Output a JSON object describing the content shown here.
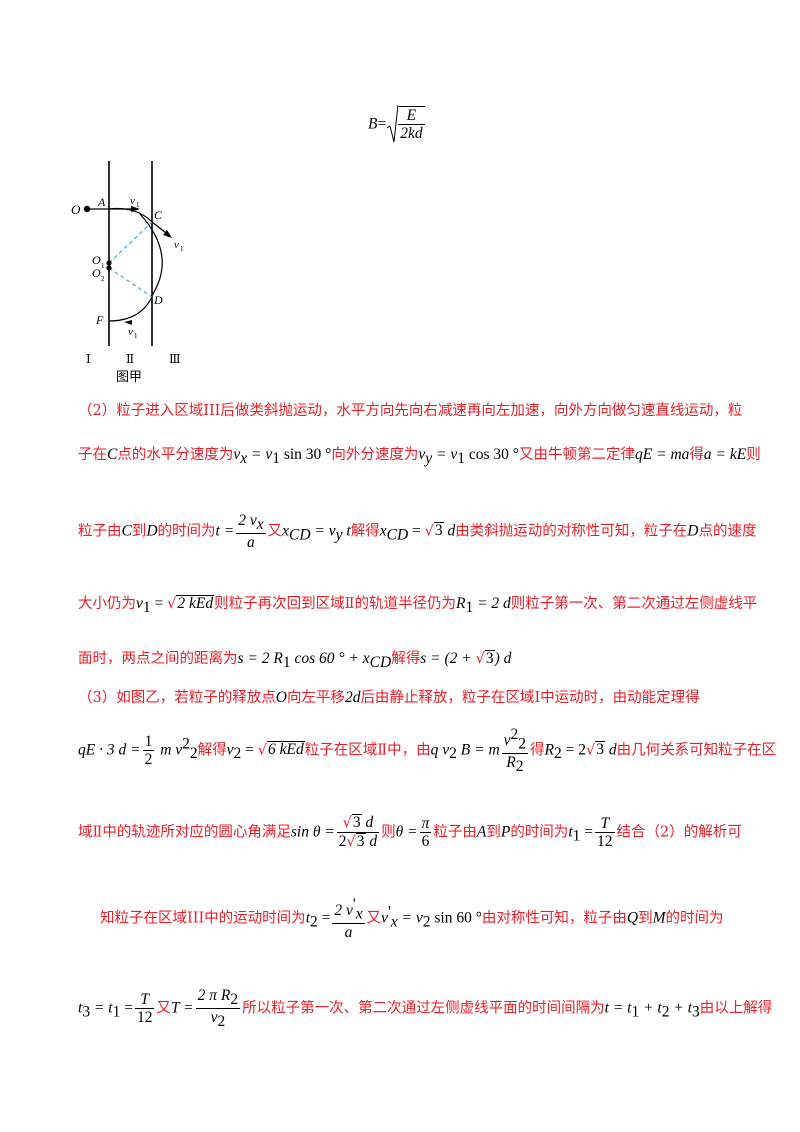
{
  "formula_top": {
    "lhs": "B",
    "eq": "=",
    "num": "E",
    "den": "2kd"
  },
  "figure": {
    "caption": "图甲",
    "labels": {
      "O": "O",
      "A": "A",
      "C": "C",
      "O1": "O",
      "O1_sub": "1",
      "O2": "O",
      "O2_sub": "2",
      "D": "D",
      "F": "F",
      "v1_top": "v",
      "v1_top_sub": "1",
      "v1_right": "v",
      "v1_right_sub": "1",
      "v1_bottom": "v",
      "v1_bottom_sub": "1"
    },
    "regions": [
      "Ⅰ",
      "Ⅱ",
      "Ⅲ"
    ]
  },
  "part2": {
    "line1": "（2）粒子进入区域III后做类斜抛运动，水平方向先向右减速再向左加速，向外方向做匀速直线运动，粒",
    "line2_a": "子在",
    "line2_C": "C",
    "line2_b": "点的水平分速度为",
    "line2_m1": "v",
    "line2_m1_sub": "x",
    "line2_m2": " = v",
    "line2_m2_sub": "1",
    "line2_m3": " sin 30 °",
    "line2_c": "向外分速度为",
    "line2_m4": "v",
    "line2_m4_sub": "y",
    "line2_m5": " = v",
    "line2_m5_sub": "1",
    "line2_m6": " cos 30 °",
    "line2_d": "又由牛顿第二定律",
    "line2_m7": "qE = ma",
    "line2_e": "得",
    "line2_m8": "a = kE",
    "line2_f": "则",
    "line3_a": "粒子由",
    "line3_C": "C",
    "line3_b": "到",
    "line3_D": "D",
    "line3_c": "的时间为",
    "line3_t": "t =",
    "line3_num": "2 v",
    "line3_num_sub": "x",
    "line3_den": "a",
    "line3_d": "又",
    "line3_m1": "x",
    "line3_m1_sub": "CD",
    "line3_m2": " = v",
    "line3_m2_sub": "y",
    "line3_m3": " t",
    "line3_e": "解得",
    "line3_m4": "x",
    "line3_m4_sub": "CD",
    "line3_m5": " = ",
    "line3_sqrt": "3",
    "line3_m6": " d",
    "line3_f": "由类斜抛运动的对称性可知，粒子在",
    "line3_D2": "D",
    "line3_g": "点的速度",
    "line4_a": "大小仍为",
    "line4_m1": "v",
    "line4_m1_sub": "1",
    "line4_m2": " = ",
    "line4_sqrt": "2 kEd",
    "line4_b": "则粒子再次回到区域",
    "line4_roman": "Ⅱ",
    "line4_c": "的轨道半径仍为",
    "line4_m3": "R",
    "line4_m3_sub": "1",
    "line4_m4": " = 2 d",
    "line4_d": "则粒子第一次、第二次通过左侧虚线平",
    "line5_a": "面时，两点之间的距离为",
    "line5_m1": "s = 2 R",
    "line5_m1_sub": "1",
    "line5_m2": " cos 60 ° + x",
    "line5_m2_sub": "CD",
    "line5_b": "解得",
    "line5_m3": "s = (2 + ",
    "line5_sqrt": "3",
    "line5_m4": ") d"
  },
  "part3": {
    "line1_a": "（3）如图乙，若粒子的释放点",
    "line1_O": "O",
    "line1_b": "向左平移",
    "line1_m": "2d",
    "line1_c": "后由静止释放，粒子在区域",
    "line1_roman": "Ⅰ",
    "line1_d": "中运动时，由动能定理得",
    "line2_m1": "qE · 3 d =",
    "line2_num": "1",
    "line2_den": "2",
    "line2_m2": " m v",
    "line2_m2_sub": "2",
    "line2_m2_sup": "2",
    "line2_a": "解得",
    "line2_m3": "v",
    "line2_m3_sub": "2",
    "line2_m4": " = ",
    "line2_sqrt": "6 kEd",
    "line2_b": "粒子在区域",
    "line2_roman": "Ⅱ",
    "line2_c": "中，由",
    "line2_m5": "q v",
    "line2_m5_sub": "2",
    "line2_m6": " B = m",
    "line2_num2": "v",
    "line2_num2_sub": "2",
    "line2_num2_sup": "2",
    "line2_den2": "R",
    "line2_den2_sub": "2",
    "line2_d": "得",
    "line2_m7": "R",
    "line2_m7_sub": "2",
    "line2_m8": " = 2",
    "line2_sqrt2": "3",
    "line2_m9": " d",
    "line2_e": "由几何关系可知粒子在区",
    "line3_a": "域",
    "line3_roman": "Ⅱ",
    "line3_b": "中的轨迹所对应的圆心角满足",
    "line3_m1": "sin θ =",
    "line3_num_sqrt": "3",
    "line3_num_tail": " d",
    "line3_den_head": "2",
    "line3_den_sqrt": "3",
    "line3_den_tail": " d",
    "line3_c": "则",
    "line3_m2": "θ =",
    "line3_num2": "π",
    "line3_den2": "6",
    "line3_d": "粒子由",
    "line3_A": "A",
    "line3_e": "到",
    "line3_P": "P",
    "line3_f": "的时间为",
    "line3_m3": "t",
    "line3_m3_sub": "1",
    "line3_m4": " =",
    "line3_num3": "T",
    "line3_den3": "12",
    "line3_g": "结合（2）的解析可",
    "line4_a": "知粒子在区域III中的运动时间为",
    "line4_m1": "t",
    "line4_m1_sub": "2",
    "line4_m2": " =",
    "line4_num": "2 v",
    "line4_num_sup": "'",
    "line4_num_sub": "x",
    "line4_den": "a",
    "line4_b": "又",
    "line4_m3": "v",
    "line4_m3_sup": "'",
    "line4_m3_sub": "x",
    "line4_m4": " = v",
    "line4_m4_sub": "2",
    "line4_m5": " sin 60 °",
    "line4_c": "由对称性可知，粒子由",
    "line4_Q": "Q",
    "line4_d": "到",
    "line4_M": "M",
    "line4_e": "的时间为",
    "line5_m1": "t",
    "line5_m1_sub": "3",
    "line5_m2": " = t",
    "line5_m2_sub": "1",
    "line5_m3": " =",
    "line5_num": "T",
    "line5_den": "12",
    "line5_a": "又",
    "line5_m4": "T =",
    "line5_num2": "2 π R",
    "line5_num2_sub": "2",
    "line5_den2": "v",
    "line5_den2_sub": "2",
    "line5_b": "所以粒子第一次、第二次通过左侧虚线平面的时间间隔为",
    "line5_m5": "t = t",
    "line5_m5_sub": "1",
    "line5_m6": " + t",
    "line5_m6_sub": "2",
    "line5_m7": " + t",
    "line5_m7_sub": "3",
    "line5_c": "由以上解得"
  }
}
